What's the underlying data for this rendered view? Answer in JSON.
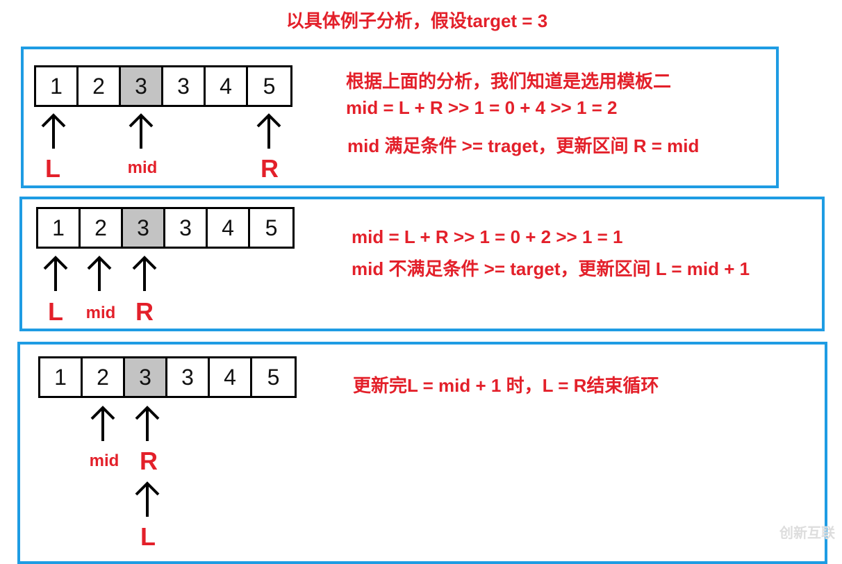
{
  "title": "以具体例子分析，假设target = 3",
  "array": [
    "1",
    "2",
    "3",
    "3",
    "4",
    "5"
  ],
  "highlight_index": 2,
  "panels": [
    {
      "lines": [
        "根据上面的分析，我们知道是选用模板二",
        "mid = L + R >> 1 = 0 + 4 >> 1 = 2",
        "mid 满足条件 >= traget，更新区间 R = mid"
      ],
      "labels": {
        "L": "L",
        "mid": "mid",
        "R": "R"
      }
    },
    {
      "lines": [
        "mid = L + R >> 1 = 0 + 2 >> 1 = 1",
        "mid 不满足条件 >= target，更新区间 L = mid + 1"
      ],
      "labels": {
        "L": "L",
        "mid": "mid",
        "R": "R"
      }
    },
    {
      "lines": [
        "更新完L = mid + 1 时，L = R结束循环"
      ],
      "labels": {
        "L": "L",
        "mid": "mid",
        "R": "R"
      }
    }
  ],
  "watermark": "创新互联",
  "colors": {
    "accent": "#1e9ce3",
    "text": "#e3202a",
    "highlight": "#c3c3c3"
  }
}
